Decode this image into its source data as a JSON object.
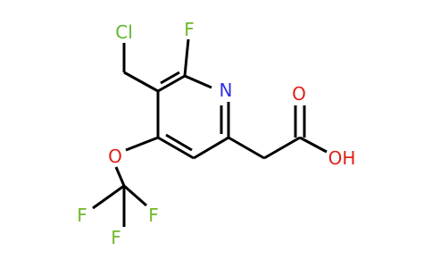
{
  "molecule": {
    "colors": {
      "bond": "#000000",
      "Cl": "#5fb82a",
      "F": "#6fb82a",
      "N": "#3030e0",
      "O": "#e0201a"
    },
    "atoms": {
      "cl": "Cl",
      "f_ring": "F",
      "n_ring": "N",
      "o_ether": "O",
      "f_cf3_left": "F",
      "f_cf3_right": "F",
      "f_cf3_bottom": "F",
      "o_carbonyl": "O",
      "oh": "OH"
    }
  }
}
